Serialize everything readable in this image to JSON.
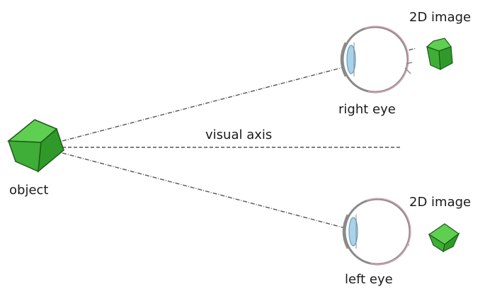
{
  "labels": {
    "image_top": "2D image",
    "right_eye": "right eye",
    "visual_axis": "visual axis",
    "object": "object",
    "image_bottom": "2D image",
    "left_eye": "left eye"
  },
  "colors": {
    "cube_face_top": "#5fcf52",
    "cube_face_left": "#3fae36",
    "cube_face_right": "#2f9a2a",
    "cube_edge": "#1f5a1a",
    "lens": "#a9d3ea",
    "eye_outline": "#888888",
    "ray": "#555555"
  }
}
